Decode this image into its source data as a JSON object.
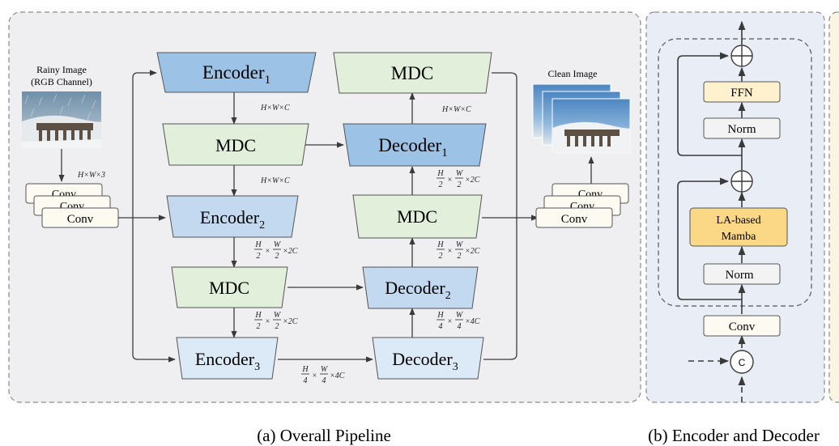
{
  "panels": {
    "a_caption": "(a) Overall Pipeline",
    "b_caption": "(b) Encoder and Decoder"
  },
  "input": {
    "title_line1": "Rainy Image",
    "title_line2": "(RGB Channel)",
    "dim": "H×W×3",
    "conv_labels": [
      "Conv",
      "Conv",
      "Conv"
    ]
  },
  "output": {
    "title": "Clean Image",
    "conv_labels": [
      "Conv",
      "Conv",
      "Conv"
    ]
  },
  "blocks": {
    "encoder1": {
      "base": "Encoder",
      "sub": "1"
    },
    "encoder2": {
      "base": "Encoder",
      "sub": "2"
    },
    "encoder3": {
      "base": "Encoder",
      "sub": "3"
    },
    "decoder1": {
      "base": "Decoder",
      "sub": "1"
    },
    "decoder2": {
      "base": "Decoder",
      "sub": "2"
    },
    "decoder3": {
      "base": "Decoder",
      "sub": "3"
    },
    "mdc_label": "MDC"
  },
  "dims": {
    "hwc": "H×W×C",
    "half_h": "H",
    "half_w": "W",
    "half_den": "2",
    "half_c": "×2C",
    "quarter_h": "H",
    "quarter_w": "W",
    "quarter_den": "4",
    "quarter_c": "×4C",
    "times": "×"
  },
  "encdec": {
    "ffn": "FFN",
    "norm": "Norm",
    "mamba_line1": "LA-based",
    "mamba_line2": "Mamba",
    "conv": "Conv",
    "concat": "C",
    "plus": "+"
  }
}
